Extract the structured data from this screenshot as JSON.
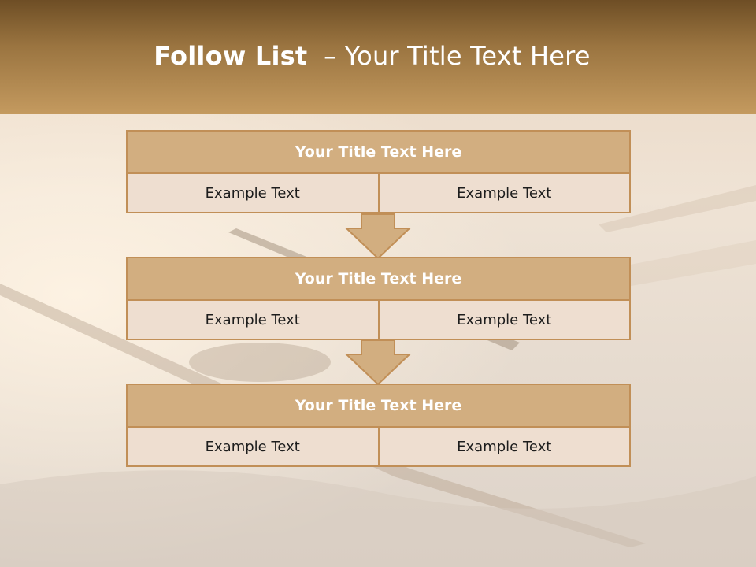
{
  "slide": {
    "title_bold": "Follow List",
    "title_rest": "– Your Title Text Here"
  },
  "blocks": [
    {
      "title": "Your Title Text Here",
      "left": "Example Text",
      "right": "Example Text"
    },
    {
      "title": "Your Title Text Here",
      "left": "Example Text",
      "right": "Example Text"
    },
    {
      "title": "Your Title Text Here",
      "left": "Example Text",
      "right": "Example Text"
    }
  ],
  "colors": {
    "header_dark": "#6e4e25",
    "header_light": "#c49a5f",
    "box_title": "#d2ae80",
    "box_cell": "#eeded0",
    "border": "#c18f57"
  }
}
